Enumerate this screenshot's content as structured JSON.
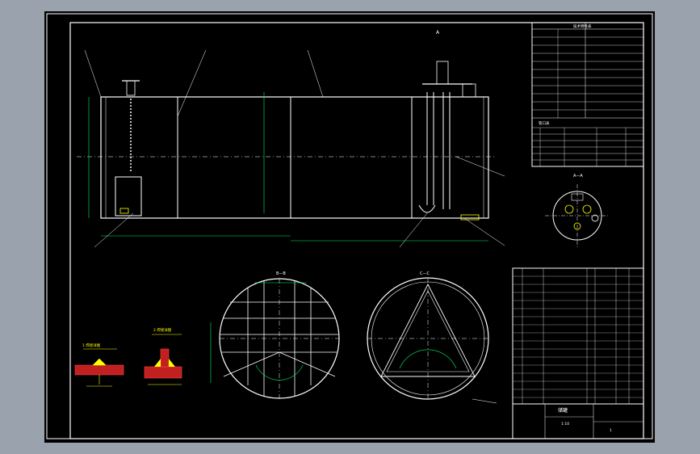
{
  "app": {
    "background": "#9aa3ad",
    "sheet_color": "#000000"
  },
  "colors": {
    "line": "#ffffff",
    "dim": "#00e060",
    "accent": "#ffff00",
    "cut": "#ff2a2a",
    "hatch": "#ff4040",
    "center": "#ffffff"
  },
  "top_mark": "A",
  "section_labels": {
    "left_view": "A—A",
    "grid_section": "B—B",
    "triangle_section": "C—C"
  },
  "weld_details": {
    "detail_1": "1 焊接详图",
    "detail_2": "2 焊接详图"
  },
  "title_block": {
    "drawing_name": "储罐",
    "scale": "1:10",
    "sheet": "1"
  },
  "tech_table_title": "技术特性表",
  "nozzle_table_title": "管口表"
}
